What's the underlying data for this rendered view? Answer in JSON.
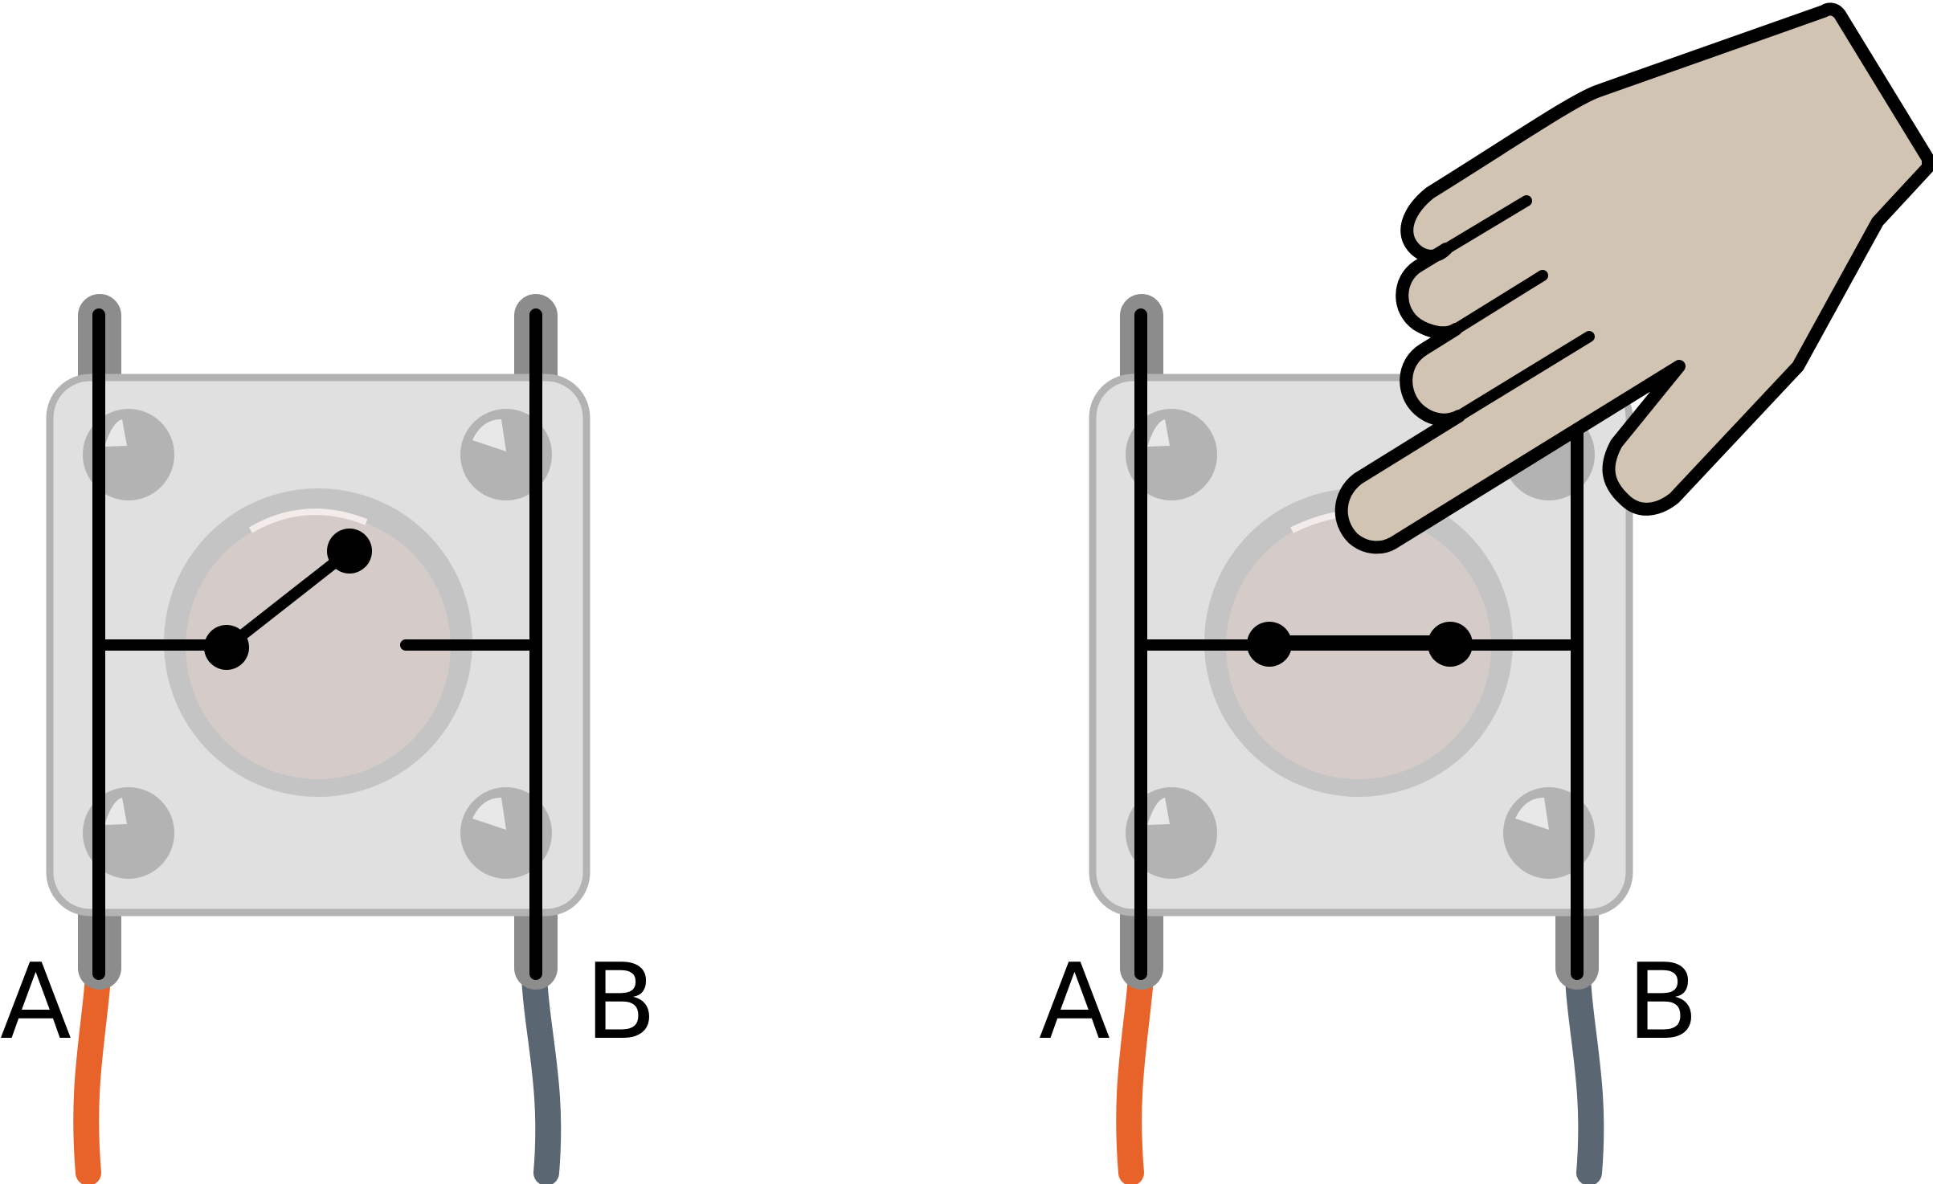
{
  "diagram": {
    "left_switch": {
      "state": "open",
      "terminal_a_label": "A",
      "terminal_b_label": "B"
    },
    "right_switch": {
      "state": "closed",
      "terminal_a_label": "A",
      "terminal_b_label": "B"
    }
  },
  "colors": {
    "wire_a": "#e8632a",
    "wire_b": "#5a6672",
    "switch_body": "#e0e0e0",
    "switch_border": "#b3b3b3",
    "button_cap": "#d5cbc8",
    "pin": "#8c8c8c",
    "hand": "#d2c4b2"
  }
}
